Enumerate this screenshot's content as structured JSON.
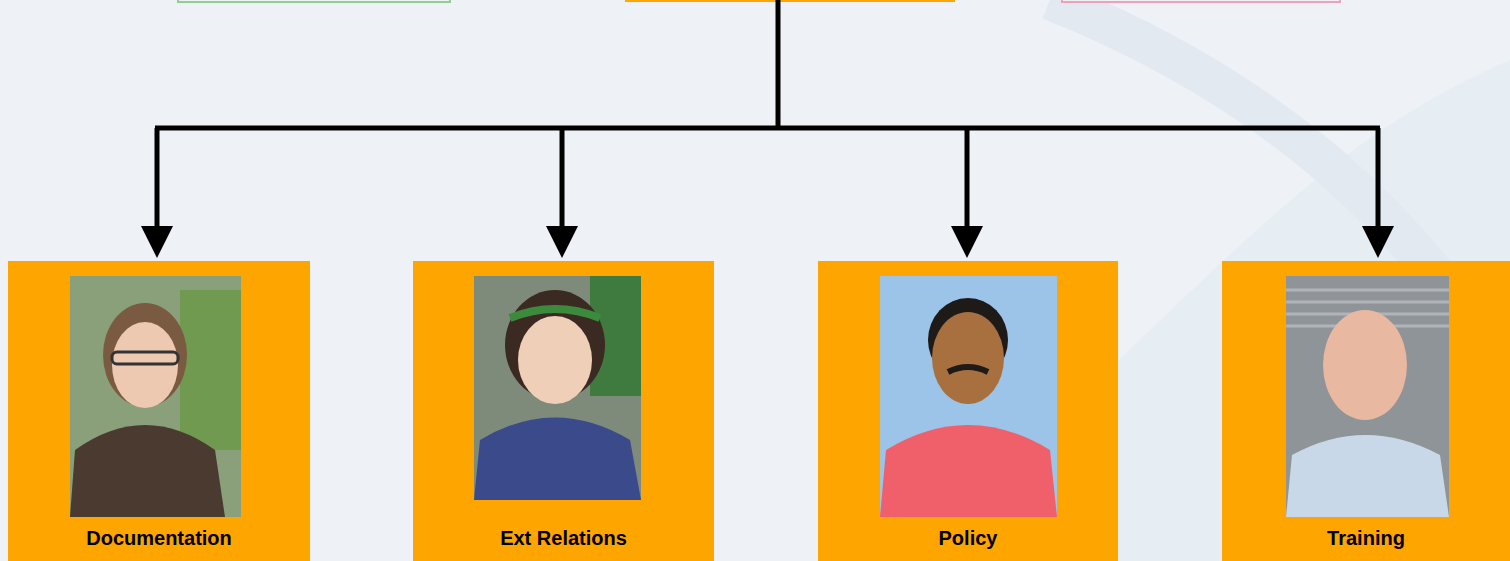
{
  "diagram": {
    "nodes": [
      {
        "text": [
          "Documentation"
        ]
      },
      {
        "text": [
          "Ext Relations"
        ]
      },
      {
        "text": [
          "Policy"
        ]
      },
      {
        "text": [
          "Training"
        ]
      }
    ]
  }
}
